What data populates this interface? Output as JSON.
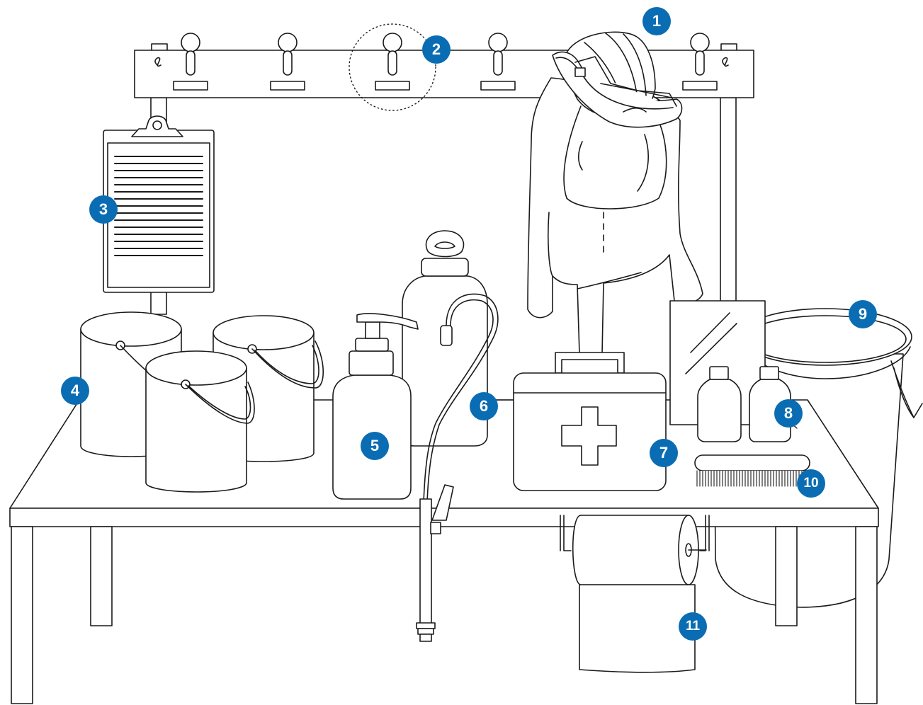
{
  "figure": {
    "badge_color": "#0a6db3",
    "line_color": "#1a1a1a",
    "callouts": [
      {
        "id": "callout-1",
        "label": "1"
      },
      {
        "id": "callout-2",
        "label": "2"
      },
      {
        "id": "callout-3",
        "label": "3"
      },
      {
        "id": "callout-4",
        "label": "4"
      },
      {
        "id": "callout-5",
        "label": "5"
      },
      {
        "id": "callout-6",
        "label": "6"
      },
      {
        "id": "callout-7",
        "label": "7"
      },
      {
        "id": "callout-8",
        "label": "8"
      },
      {
        "id": "callout-9",
        "label": "9"
      },
      {
        "id": "callout-10",
        "label": "10"
      },
      {
        "id": "callout-11",
        "label": "11"
      }
    ]
  }
}
